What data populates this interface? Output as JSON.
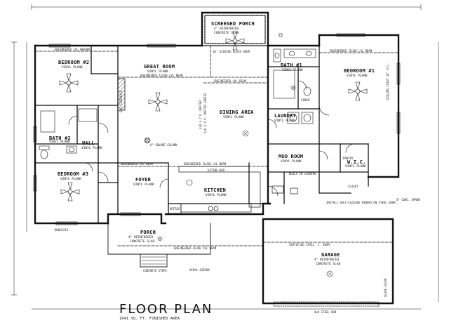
{
  "title": "FLOOR PLAN",
  "area_note": "1641 SQ. FT. FINISHED AREA",
  "rooms": {
    "screened_porch": {
      "name": "SCREENED PORCH",
      "notes": [
        "4\" REINFORCED",
        "CONCRETE SLAB"
      ]
    },
    "great_room": {
      "name": "GREAT ROOM",
      "notes": [
        "VINYL PLANK"
      ]
    },
    "bedroom2": {
      "name": "BEDROOM #2",
      "notes": [
        "VINYL PLANK"
      ]
    },
    "bath2": {
      "name": "BATH #2",
      "notes": [
        "VINYL PLANK"
      ]
    },
    "hall": {
      "name": "HALL",
      "notes": [
        "VINYL PLANK"
      ]
    },
    "bedroom3": {
      "name": "BEDROOM #3",
      "notes": [
        "VINYL PLANK"
      ]
    },
    "dining": {
      "name": "DINING AREA",
      "notes": [
        "VINYL PLANK"
      ]
    },
    "foyer": {
      "name": "FOYER",
      "notes": [
        "VINYL PLANK"
      ]
    },
    "kitchen": {
      "name": "KITCHEN",
      "notes": [
        "VINYL PLANK"
      ]
    },
    "porch": {
      "name": "PORCH",
      "notes": [
        "4\" REINFORCED",
        "CONCRETE SLAB"
      ]
    },
    "bath1": {
      "name": "BATH #1",
      "notes": [
        "VINYL PLANK"
      ]
    },
    "laundry": {
      "name": "LAUNDRY",
      "notes": [
        "VINYL PLANK"
      ]
    },
    "mud_room": {
      "name": "MUD ROOM",
      "notes": [
        "VINYL PLANK"
      ]
    },
    "bedroom1": {
      "name": "BEDROOM #1",
      "notes": [
        "VINYL PLANK"
      ]
    },
    "wic": {
      "name": "W.I.C.",
      "notes": [
        "VINYL PLANK"
      ]
    },
    "garage": {
      "name": "GARAGE",
      "notes": [
        "4\" REINFORCED",
        "CONCRETE SLAB"
      ]
    }
  },
  "notes": {
    "eng_lvl_header": "ENGINEERED LVL HEADER",
    "eng_flush_beam": "ENGINEERED FLUSH LVL BEAM",
    "eng_lvl_beam": "ENGINEERED LVL BEAM",
    "eng_flush_beam_2": "ENGINEERED FLUSH LVL BEAM",
    "eng_flush_beam_3": "ENGINEERED FLUSH LVL BEAM",
    "eng_flush_beam_4": "ENGINEERED FLUSH LVL BEAM",
    "eng_lvl_beam_2": "ENGINEERED LVL BEAM",
    "truss_great": "2x6 S.Y.P. RAFTER",
    "truss_dining": "2x6 S.Y.P. RAFTER SERIES",
    "ceiling_joist": "CEILING JOIST 16\" O.C.",
    "sliding_door": "10' SLIDING GLASS DOOR",
    "gas_fireplace": "GAS FIREPLACE",
    "eating_bar": "EATING BAR",
    "post": "6\" SQUARE COLUMN",
    "steel_beam": "CERTIFIED STEEL 'I' BEAM",
    "concrete_steps": "CONCRETE STEPS",
    "concrete_apron": "4\" CONC. APRON",
    "vinyl_siding": "VINYL SIDING",
    "self_closing_door": "INSTALL SELF-CLOSING HINGES ON STEEL DOOR",
    "steel_ohd": "8x8 STEEL OHD",
    "slope_floor": "SLOPE FLOOR",
    "lockers": "BUILT-IN LOCKERS",
    "refrig": "REFRIG",
    "pantry": "PANTRY",
    "closet": "CLOSET",
    "linen": "LINEN",
    "dhdh": "DHDH1212"
  },
  "colors": {
    "line": "#111111",
    "hatch": "#555555",
    "paper": "#ffffff"
  }
}
